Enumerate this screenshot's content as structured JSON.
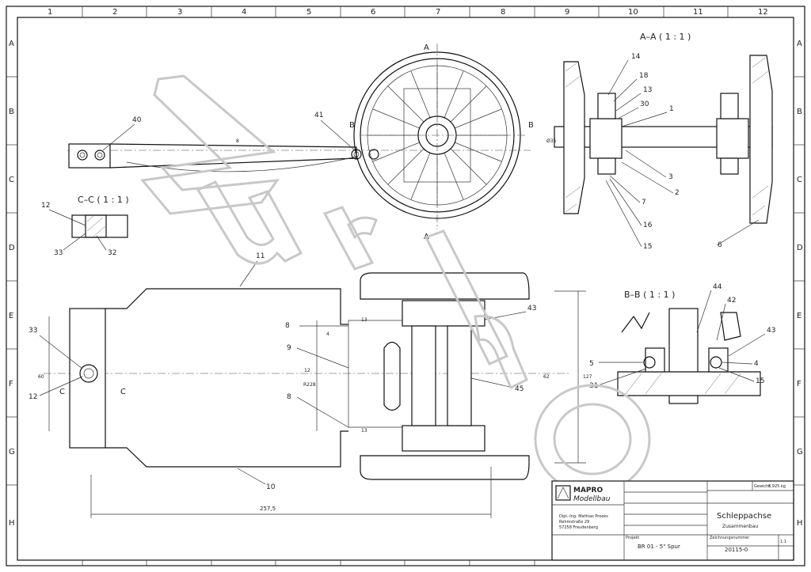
{
  "frame": {
    "columns": [
      "1",
      "2",
      "3",
      "4",
      "5",
      "6",
      "7",
      "8",
      "9",
      "10",
      "11",
      "12"
    ],
    "rows": [
      "A",
      "B",
      "C",
      "D",
      "E",
      "F",
      "G",
      "H"
    ]
  },
  "views": {
    "aa_title": "A–A ( 1 : 1 )",
    "bb_title": "B–B ( 1 : 1 )",
    "cc_title": "C–C ( 1 : 1 )",
    "section_a": "A",
    "section_b": "B",
    "section_c": "C"
  },
  "parts": {
    "aa": [
      "14",
      "18",
      "13",
      "30",
      "1",
      "3",
      "2",
      "7",
      "16",
      "15",
      "6"
    ],
    "bb": [
      "44",
      "42",
      "43",
      "4",
      "15",
      "5",
      "31"
    ],
    "cc": [
      "12",
      "33",
      "32"
    ],
    "top": [
      "40",
      "41"
    ],
    "plan": [
      "11",
      "8",
      "9",
      "8",
      "10",
      "33",
      "12",
      "43",
      "45"
    ]
  },
  "dims": {
    "overall": "257,5",
    "radius": "R228",
    "d_axle": "Ø35",
    "h_left": "60",
    "w1": "12",
    "w2": "62",
    "w3": "127",
    "s1": "13",
    "s2": "13",
    "small": "4",
    "c1": "8"
  },
  "title_block": {
    "logo_line1": "MAPRO",
    "logo_line2": "Modellbau",
    "address": [
      "Dipl.-Ing. Mathias Proeks",
      "Rehmstraße 29",
      "57258 Freudenberg"
    ],
    "title": "Schleppachse",
    "subtitle": "Zusammenbau",
    "project_label": "Projekt",
    "project": "BR 01 - 5\" Spur",
    "drawing_no_label": "Zeichnungsnummer",
    "drawing_no": "20115-0",
    "scale": "1:1",
    "weight_label": "Gewicht",
    "weight": "8,925 kg"
  },
  "watermark": "Zur Info"
}
